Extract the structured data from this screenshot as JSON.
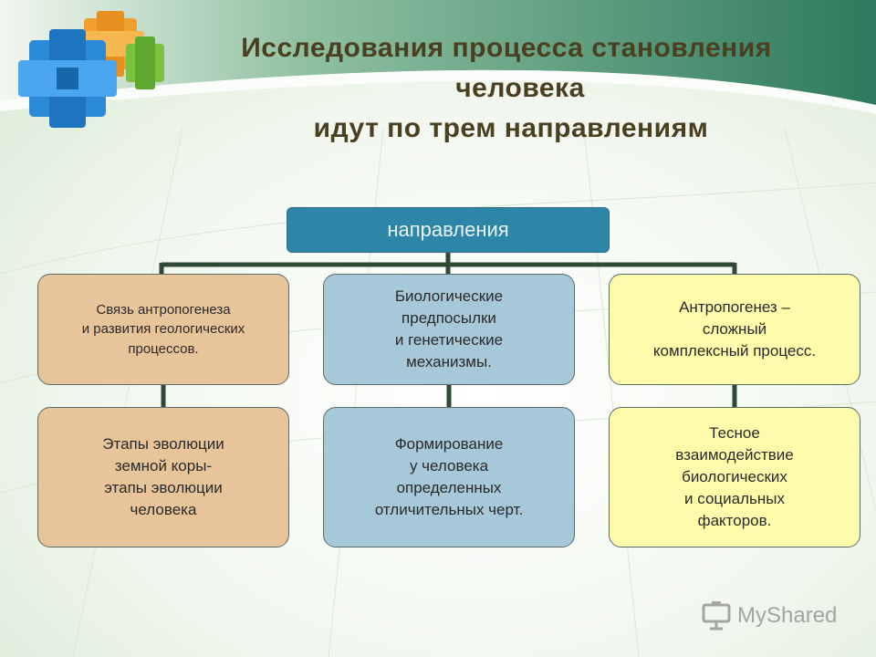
{
  "title": {
    "line1": "Исследования процесса становления",
    "line2": "человека",
    "line3": "идут по трем направлениям"
  },
  "root": {
    "label": "направления"
  },
  "columns": [
    {
      "top": "Связь антропогенеза\nи развития геологических\nпроцессов.",
      "bottom": "Этапы эволюции\nземной коры-\nэтапы эволюции\nчеловека"
    },
    {
      "top": "Биологические\nпредпосылки\nи генетические\nмеханизмы.",
      "bottom": "Формирование\nу человека\nопределенных\nотличительных черт."
    },
    {
      "top": "Антропогенез –\nсложный\nкомплексный процесс.",
      "bottom": "Тесное\nвзаимодействие\nбиологических\nи социальных\nфакторов."
    }
  ],
  "watermark": {
    "text": "MyShared",
    "icon": "presentation-board-icon"
  },
  "colors": {
    "root": "#2d86a8",
    "left": "#e8c49a",
    "middle": "#a6c8d8",
    "right": "#fefcaa",
    "band": "#2e7a5e"
  }
}
